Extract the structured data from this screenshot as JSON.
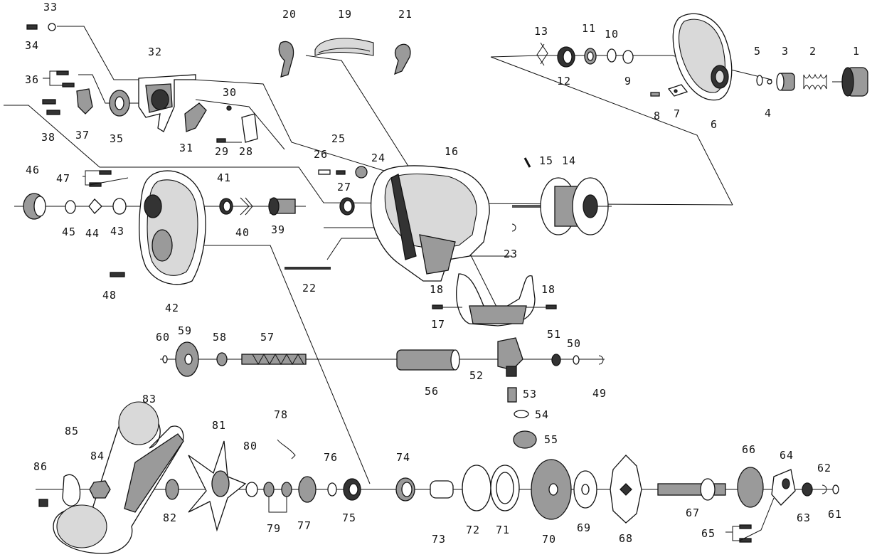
{
  "labels": [
    "1",
    "2",
    "3",
    "4",
    "5",
    "6",
    "7",
    "8",
    "9",
    "10",
    "11",
    "12",
    "13",
    "14",
    "15",
    "16",
    "17",
    "18",
    "19",
    "20",
    "21",
    "22",
    "23",
    "24",
    "25",
    "26",
    "27",
    "28",
    "29",
    "30",
    "31",
    "32",
    "33",
    "34",
    "35",
    "36",
    "37",
    "38",
    "39",
    "40",
    "41",
    "42",
    "43",
    "44",
    "45",
    "46",
    "47",
    "48",
    "49",
    "50",
    "51",
    "52",
    "53",
    "54",
    "55",
    "56",
    "57",
    "58",
    "59",
    "60",
    "61",
    "62",
    "63",
    "64",
    "65",
    "66",
    "67",
    "68",
    "69",
    "70",
    "71",
    "72",
    "73",
    "74",
    "75",
    "76",
    "77",
    "78",
    "79",
    "80",
    "81",
    "82",
    "83",
    "84",
    "85",
    "86"
  ],
  "label_18b": "18"
}
